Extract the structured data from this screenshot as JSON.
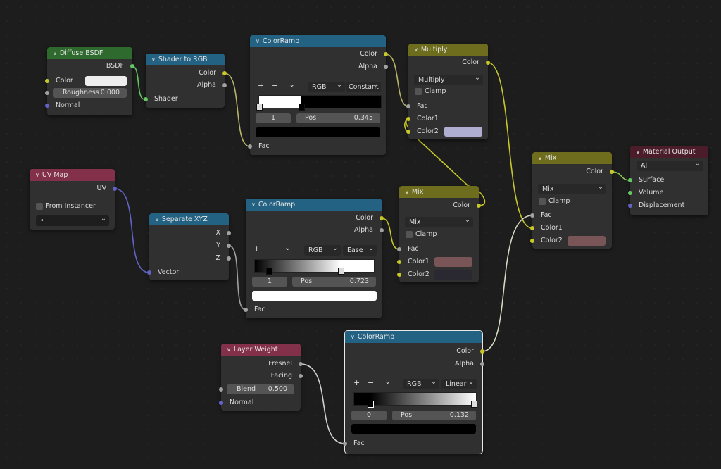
{
  "nodes": {
    "diffuse": {
      "title": "Diffuse BSDF",
      "out": "BSDF",
      "color": "Color",
      "roughness_label": "Roughness",
      "roughness": "0.000",
      "normal": "Normal"
    },
    "shader_rgb": {
      "title": "Shader to RGB",
      "color": "Color",
      "alpha": "Alpha",
      "shader": "Shader"
    },
    "ramp1": {
      "title": "ColorRamp",
      "color": "Color",
      "alpha": "Alpha",
      "plus": "+",
      "minus": "−",
      "menu": "⌄",
      "mode": "RGB",
      "interp": "Constant",
      "index": "1",
      "pos_label": "Pos",
      "pos": "0.345",
      "fac": "Fac"
    },
    "multiply": {
      "title": "Multiply",
      "color": "Color",
      "blend": "Multiply",
      "clamp": "Clamp",
      "fac": "Fac",
      "color1": "Color1",
      "color2": "Color2",
      "color2_value": "#b0aed0"
    },
    "uvmap": {
      "title": "UV Map",
      "uv": "UV",
      "from_instancer": "From Instancer",
      "map": "•"
    },
    "sepxyz": {
      "title": "Separate XYZ",
      "x": "X",
      "y": "Y",
      "z": "Z",
      "vector": "Vector"
    },
    "ramp2": {
      "title": "ColorRamp",
      "color": "Color",
      "alpha": "Alpha",
      "plus": "+",
      "minus": "−",
      "menu": "⌄",
      "mode": "RGB",
      "interp": "Ease",
      "index": "1",
      "pos_label": "Pos",
      "pos": "0.723",
      "fac": "Fac"
    },
    "mix1": {
      "title": "Mix",
      "color": "Color",
      "blend": "Mix",
      "clamp": "Clamp",
      "fac": "Fac",
      "color1": "Color1",
      "color2": "Color2",
      "color1_value": "#7a5558",
      "color2_value": "#2a2830"
    },
    "mix2": {
      "title": "Mix",
      "color": "Color",
      "blend": "Mix",
      "clamp": "Clamp",
      "fac": "Fac",
      "color1": "Color1",
      "color2": "Color2",
      "color2_value": "#7a5558"
    },
    "output": {
      "title": "Material Output",
      "target": "All",
      "surface": "Surface",
      "volume": "Volume",
      "displacement": "Displacement"
    },
    "layerweight": {
      "title": "Layer Weight",
      "fresnel": "Fresnel",
      "facing": "Facing",
      "blend_label": "Blend",
      "blend": "0.500",
      "normal": "Normal"
    },
    "ramp3": {
      "title": "ColorRamp",
      "color": "Color",
      "alpha": "Alpha",
      "plus": "+",
      "minus": "−",
      "menu": "⌄",
      "mode": "RGB",
      "interp": "Linear",
      "index": "0",
      "pos_label": "Pos",
      "pos": "0.132",
      "fac": "Fac"
    }
  },
  "colors": {
    "shader_header": "#2e6a2e",
    "converter_header": "#246283",
    "color_header": "#6d6d1d",
    "input_header": "#83314a",
    "output_header": "#4b1d2b"
  }
}
